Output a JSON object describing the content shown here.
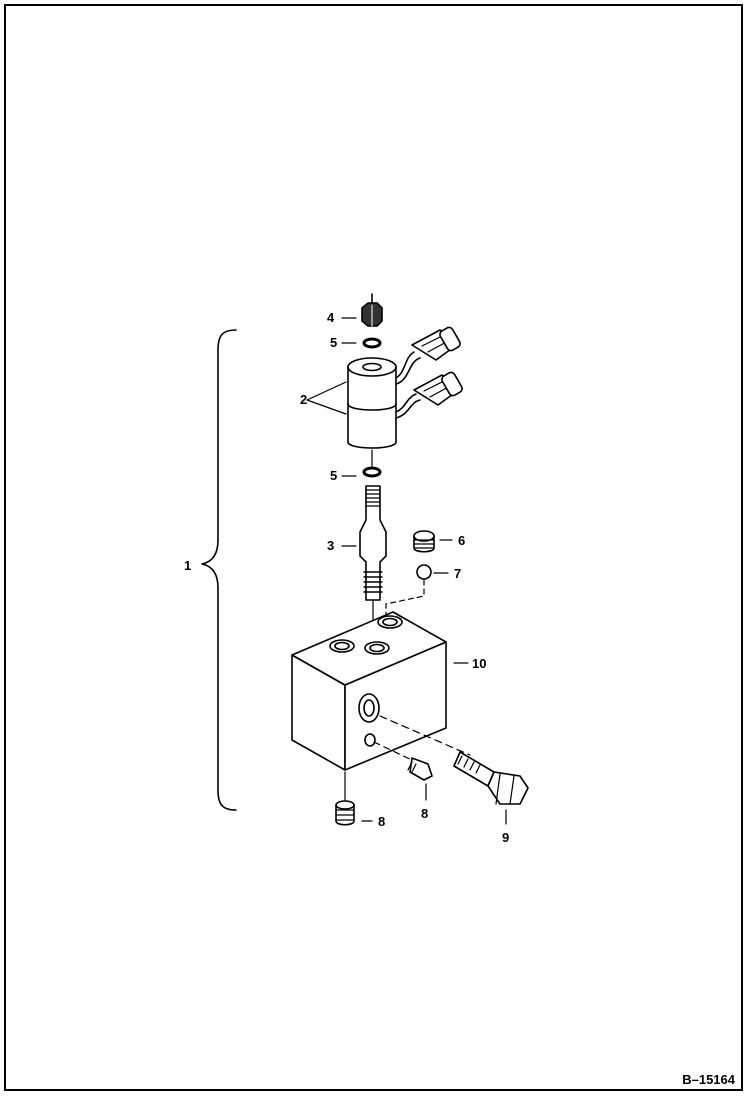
{
  "figure": {
    "reference_code": "B–15164",
    "callouts": {
      "assembly": "1",
      "coil": "2",
      "cartridge": "3",
      "nut": "4",
      "oring_top": "5",
      "oring_bottom": "5",
      "plug": "6",
      "oring_plug": "7",
      "fitting_bottom": "8",
      "fitting_side": "8",
      "relief_valve": "9",
      "valve_block": "10"
    }
  }
}
